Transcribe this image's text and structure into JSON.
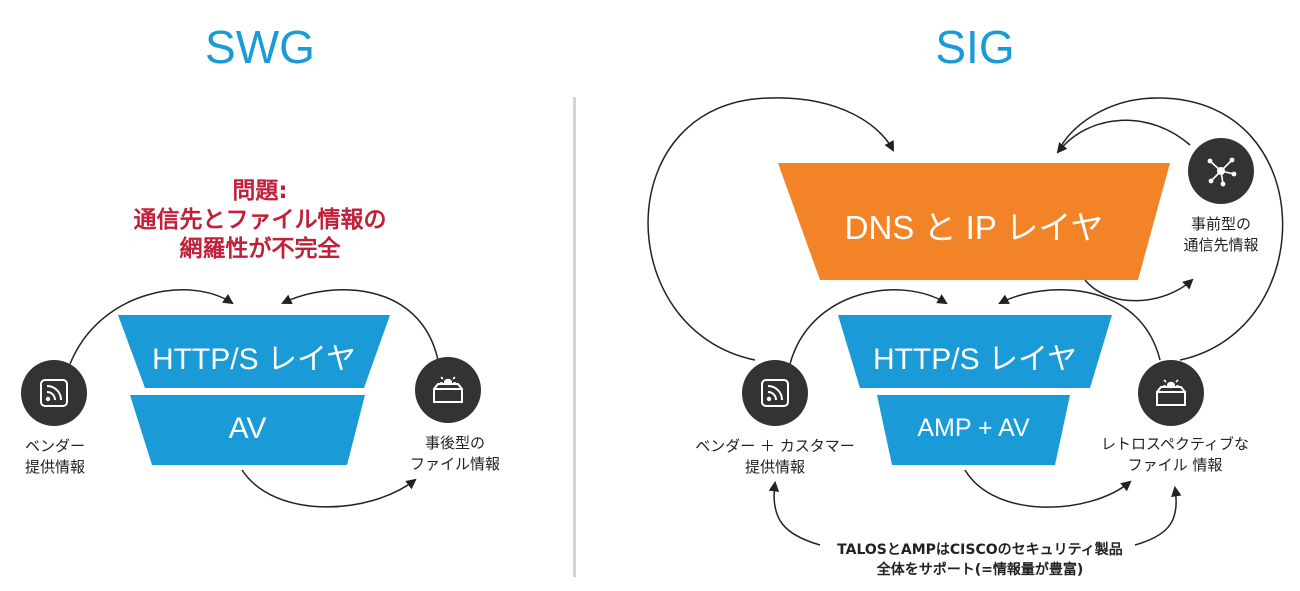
{
  "colors": {
    "title": "#1a9ad6",
    "problem": "#c0203a",
    "layer_blue": "#1a9ad6",
    "layer_orange": "#f28326",
    "icon_circle": "#333333",
    "divider": "#d4d4d4"
  },
  "swg": {
    "title": "SWG",
    "problem": [
      "問題:",
      "通信先とファイル情報の",
      "網羅性が不完全"
    ],
    "layers": {
      "http": "HTTP/S レイヤ",
      "av": "AV"
    },
    "left_node": {
      "icon": "feed-icon",
      "caption": [
        "ベンダー",
        "提供情報"
      ]
    },
    "right_node": {
      "icon": "sandbox-box-icon",
      "caption": [
        "事後型の",
        "ファイル情報"
      ]
    }
  },
  "sig": {
    "title": "SIG",
    "layers": {
      "dns": "DNS と IP レイヤ",
      "http": "HTTP/S レイヤ",
      "amp": "AMP + AV"
    },
    "left_node": {
      "icon": "feed-icon",
      "caption": [
        "ベンダー ＋ カスタマー",
        "提供情報"
      ]
    },
    "right_node": {
      "icon": "sandbox-box-icon",
      "caption": [
        "レトロスペクティブな",
        "ファイル 情報"
      ]
    },
    "top_node": {
      "icon": "network-hub-icon",
      "caption": [
        "事前型の",
        "通信先情報"
      ]
    },
    "footnote": [
      "TALOSとAMPはCISCOのセキュリティ製品",
      "全体をサポート(=情報量が豊富)"
    ]
  }
}
